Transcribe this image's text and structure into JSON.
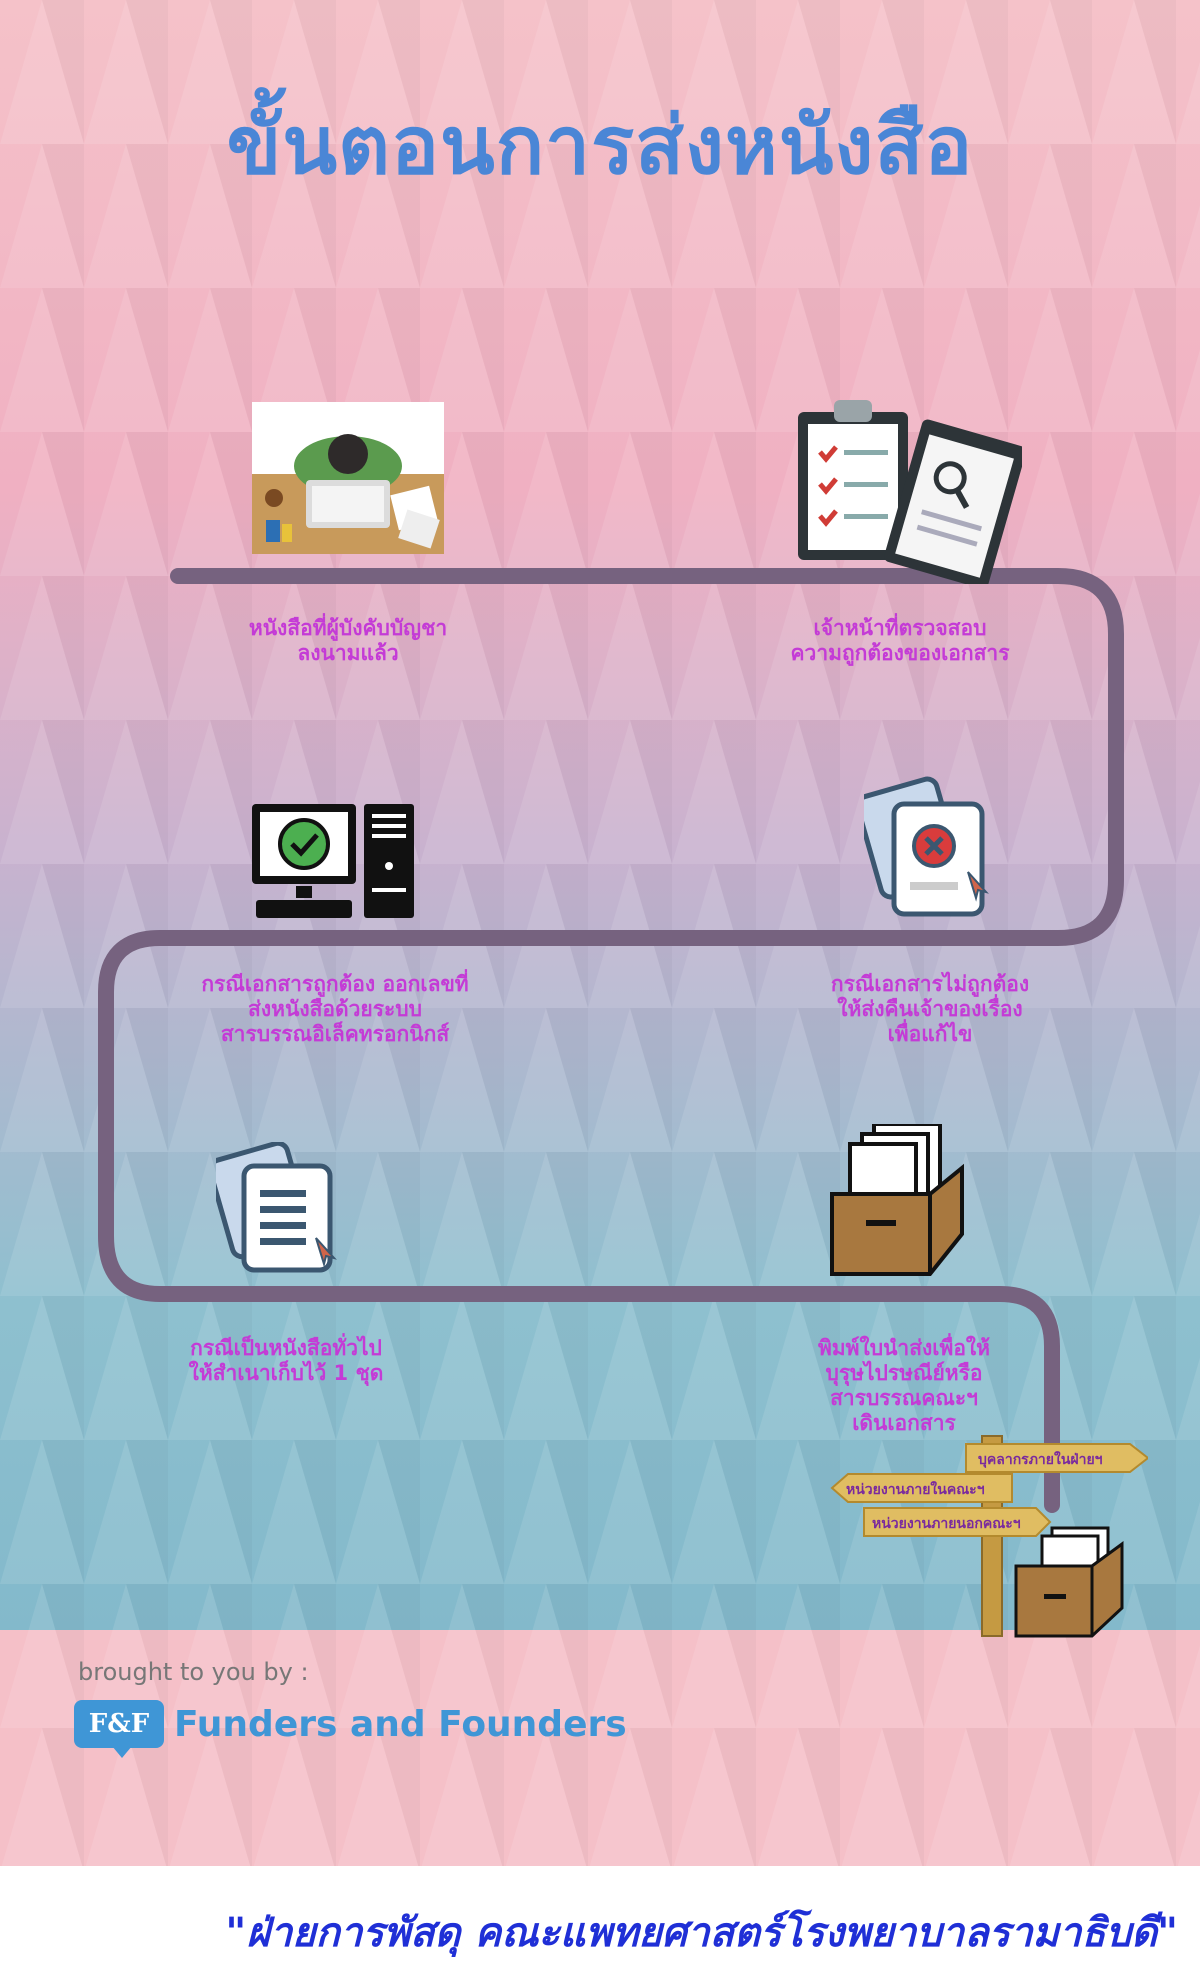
{
  "title": "ขั้นตอนการส่งหนังสือ",
  "steps": [
    {
      "caption": [
        "หนังสือที่ผู้บังคับบัญชา",
        "ลงนามแล้ว"
      ]
    },
    {
      "caption": [
        "เจ้าหน้าที่ตรวจสอบ",
        "ความถูกต้องของเอกสาร"
      ]
    },
    {
      "caption": [
        "กรณีเอกสารถูกต้อง ออกเลขที่",
        "ส่งหนังสือด้วยระบบ",
        "สารบรรณอิเล็คทรอกนิกส์"
      ]
    },
    {
      "caption": [
        "กรณีเอกสารไม่ถูกต้อง",
        "ให้ส่งคืนเจ้าของเรื่อง",
        "เพื่อแก้ไข"
      ]
    },
    {
      "caption": [
        "กรณีเป็นหนังสือทั่วไป",
        "ให้สำเนาเก็บไว้ 1 ชุด"
      ]
    },
    {
      "caption": [
        "พิมพ์ใบนำส่งเพื่อให้",
        "บุรุษไปรษณีย์หรือ",
        "สารบรรณคณะฯ",
        "เดินเอกสาร"
      ]
    }
  ],
  "signpost": [
    "บุคลากรภายในฝ่ายฯ",
    "หน่วยงานภายในคณะฯ",
    "หน่วยงานภายนอกคณะฯ"
  ],
  "credit": "brought to you by :",
  "logo": {
    "badge": "F&F",
    "name": "Funders and Founders"
  },
  "footer": "\"ฝ่ายการพัสดุ คณะแพทยศาสตร์โรงพยาบาลรามาธิบดี\"",
  "colors": {
    "path": "#76627f",
    "title": "#4a86d6",
    "caption": "#c43bd6",
    "footer_text": "#1f2fd6"
  }
}
